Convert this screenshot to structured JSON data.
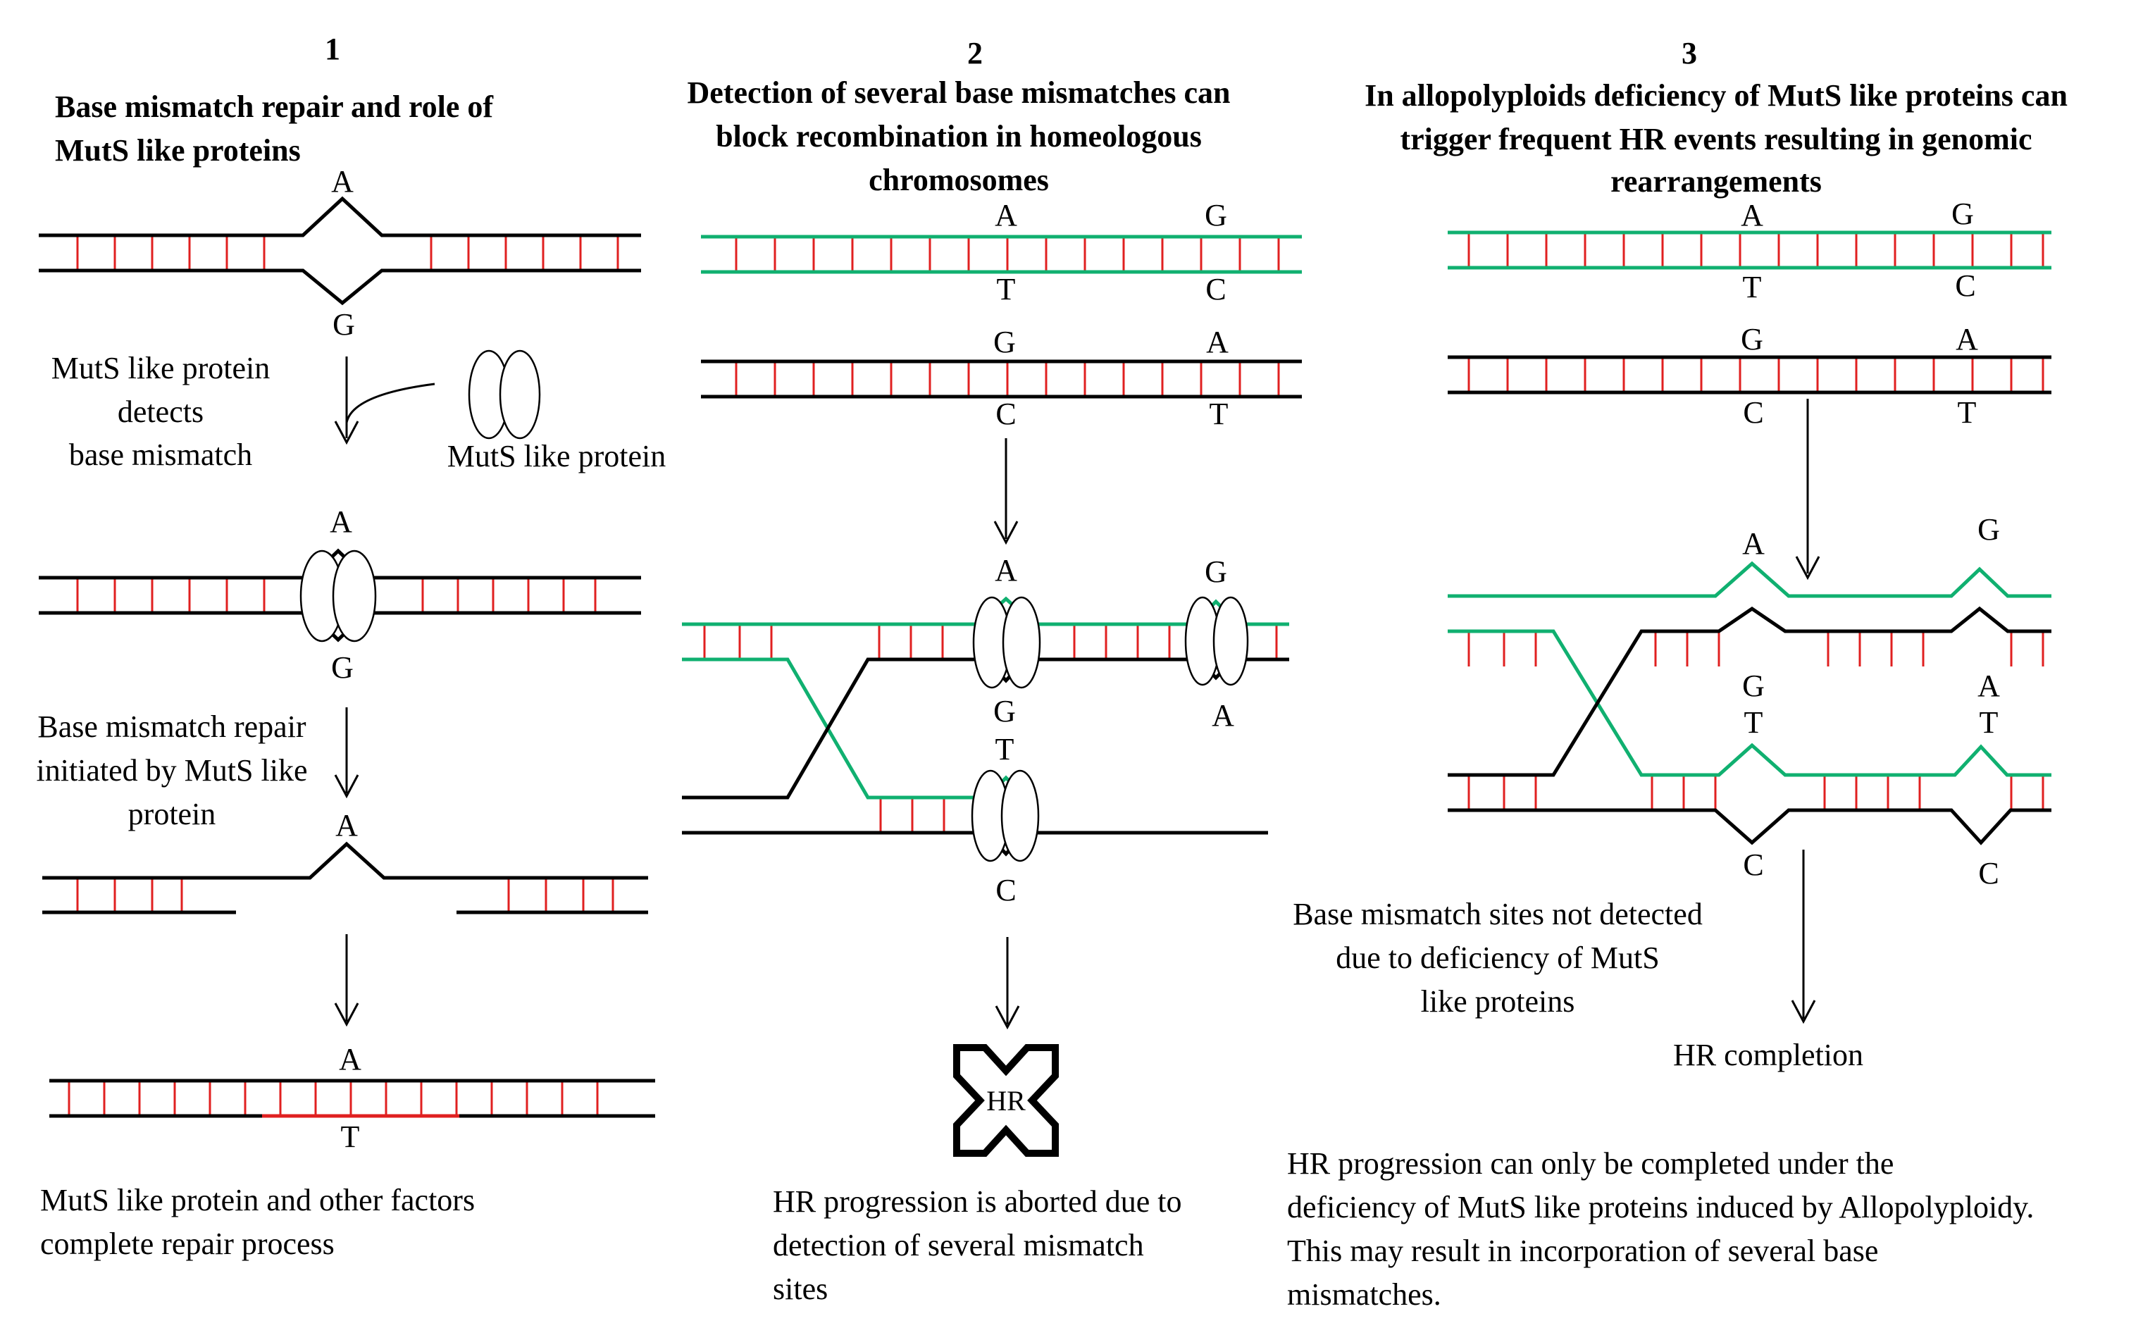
{
  "panel1": {
    "number": "1",
    "title": [
      "Base mismatch  repair  and role of",
      "MutS like proteins"
    ],
    "bases": {
      "s1_top": "A",
      "s1_bottom": "G",
      "s2_top": "A",
      "s2_bottom": "G",
      "s3_top": "A",
      "s4_top": "A",
      "s4_bottom": "T"
    },
    "detect_label": [
      "MutS like protein",
      "detects",
      "base mismatch"
    ],
    "protein_label": "MutS like protein",
    "repair_label": [
      "Base mismatch  repair",
      "initiated by MutS like",
      "protein"
    ],
    "complete_label": [
      "MutS like protein and other factors",
      "complete repair  process"
    ]
  },
  "panel2": {
    "number": "2",
    "title": [
      "Detection of several base mismatches can",
      "block recombination  in homeologous",
      "chromosomes"
    ],
    "bases": {
      "g1_a_top": "A",
      "g1_a_bottom": "T",
      "g1_b_top": "G",
      "g1_b_bottom": "C",
      "b1_a_top": "G",
      "b1_a_bottom": "C",
      "b1_b_top": "A",
      "b1_b_bottom": "T",
      "x_a_top": "A",
      "x_a_bottom": "G",
      "x_b_top": "G",
      "x_b_bottom": "A",
      "low_top": "T",
      "low_bottom": "C"
    },
    "hr_mark": "HR",
    "conclusion": [
      "HR progression is aborted due to",
      "detection of several mismatch",
      "sites"
    ]
  },
  "panel3": {
    "number": "3",
    "title": [
      "In allopolyploids deficiency of MutS like proteins can",
      "trigger frequent HR events resulting  in  genomic",
      "rearrangements"
    ],
    "bases": {
      "g1_a_top": "A",
      "g1_a_bottom": "T",
      "g1_b_top": "G",
      "g1_b_bottom": "C",
      "b1_a_top": "G",
      "b1_a_bottom": "C",
      "b1_b_top": "A",
      "b1_b_bottom": "T",
      "x_a_top": "A",
      "x_a_bottom": "G",
      "x_b_top": "G",
      "x_b_bottom": "A",
      "low_a_top": "T",
      "low_a_bottom": "C",
      "low_b_top": "T",
      "low_b_bottom": "C"
    },
    "undetected_label": [
      "Base mismatch  sites not detected",
      "due to deficiency of MutS",
      "like proteins"
    ],
    "completion_label": "HR completion",
    "conclusion": [
      "HR progression can only be completed under  the",
      "deficiency of MutS like proteins induced by Allopolyploidy.",
      "This may result in incorporation  of several  base",
      "mismatches."
    ]
  },
  "colors": {
    "strand_black": "#000000",
    "strand_green": "#10b070",
    "rung_red": "#e02020"
  }
}
